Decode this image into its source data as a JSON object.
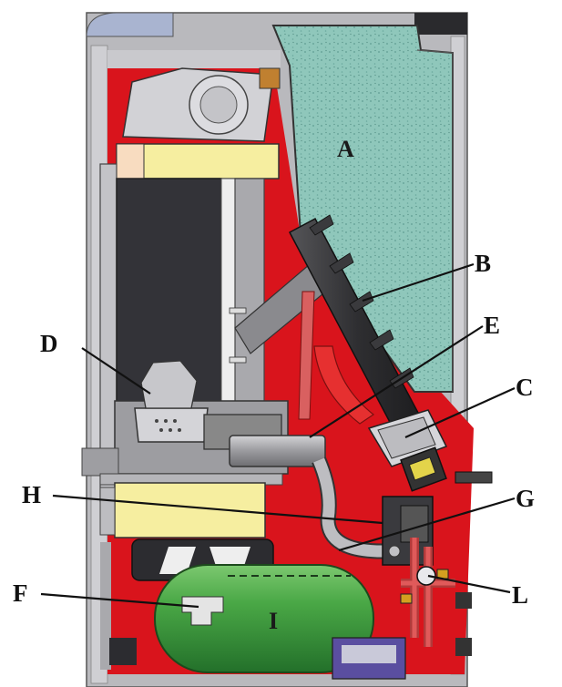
{
  "labels": {
    "A": "A",
    "B": "B",
    "C": "C",
    "D": "D",
    "E": "E",
    "F": "F",
    "G": "G",
    "H": "H",
    "I": "I",
    "L": "L"
  },
  "colors": {
    "firebox_red": "#d9141c",
    "pellet_hopper": "#8fc7bb",
    "hopper_speckle": "#5f9c92",
    "casing_gray": "#b9b9bd",
    "dark_frame": "#3c3c40",
    "insulation_yellow": "#f6eea0",
    "tank_green": "#3f9b3c",
    "fire_chamber_dark": "#333338",
    "pipe_gray": "#a9a9ad",
    "outline": "#111111"
  }
}
